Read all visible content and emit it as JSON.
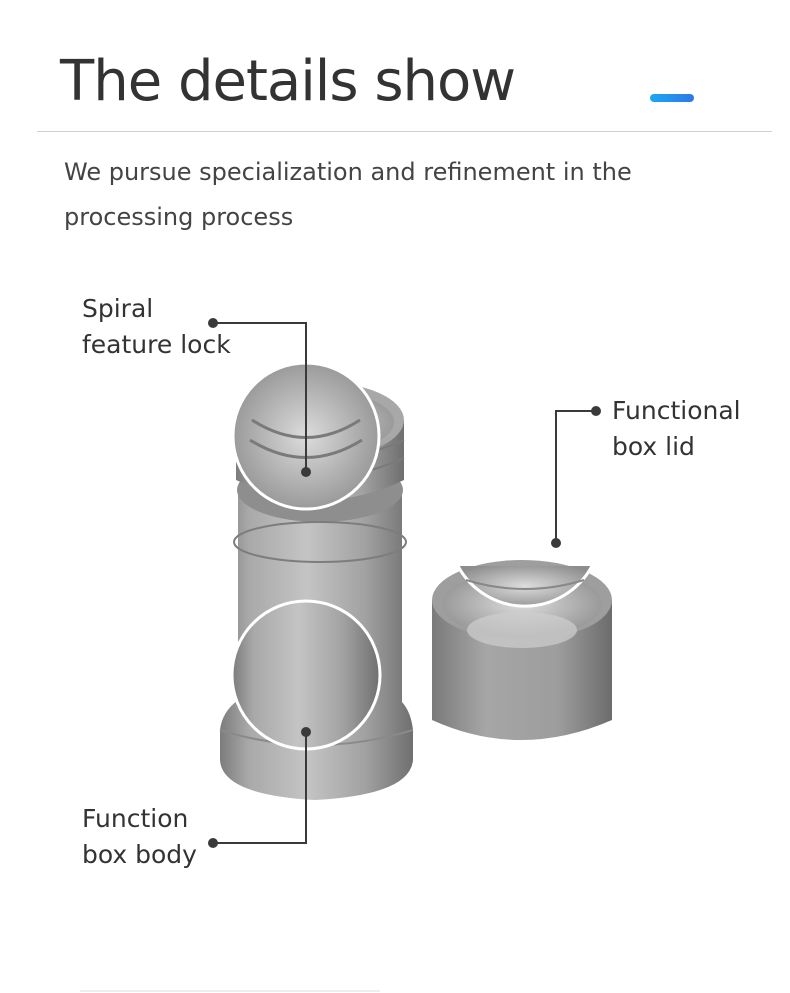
{
  "header": {
    "title": "The details show",
    "subtitle": "We pursue specialization and refinement in the processing process",
    "accent_color": "#1e90ff"
  },
  "callouts": {
    "spiral": {
      "line1": "Spiral",
      "line2": "feature lock"
    },
    "lid": {
      "line1": "Functional",
      "line2": "box lid"
    },
    "body": {
      "line1": "Function",
      "line2": "box body"
    }
  },
  "product": {
    "name_icon": "tin-can-icon",
    "metal_color": "#9a9a9a"
  }
}
